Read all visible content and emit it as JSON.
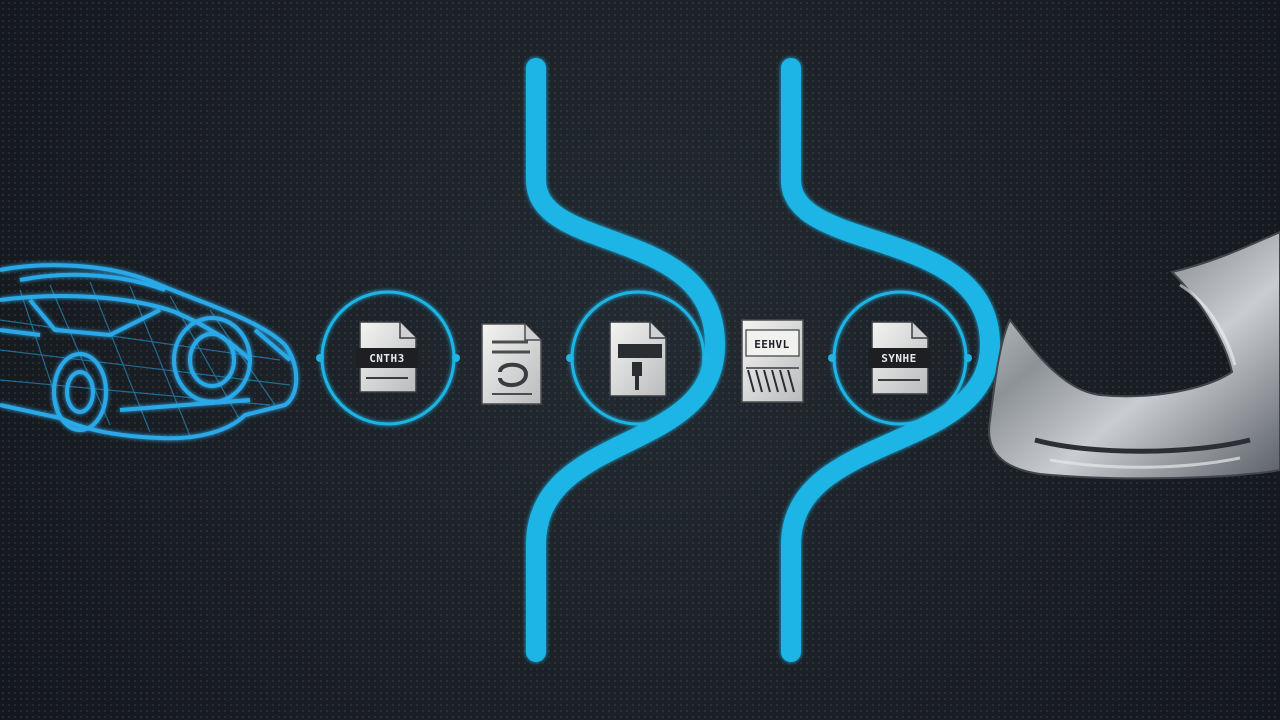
{
  "colors": {
    "background": "#1b2026",
    "accent_cyan": "#1fb5e6",
    "wireframe_blue": "#2aa8e8",
    "metal": "#9ea3a8"
  },
  "nodes": [
    {
      "label": "CNTH3",
      "icon": "document-icon"
    },
    {
      "label": "",
      "icon": "document-icon"
    },
    {
      "label": "",
      "icon": "document-lock-icon"
    },
    {
      "label": "EEHVL",
      "icon": "spreadsheet-icon"
    },
    {
      "label": "SYNHE",
      "icon": "document-icon"
    }
  ],
  "start_object": "car-wireframe",
  "end_object": "metal-car-part"
}
